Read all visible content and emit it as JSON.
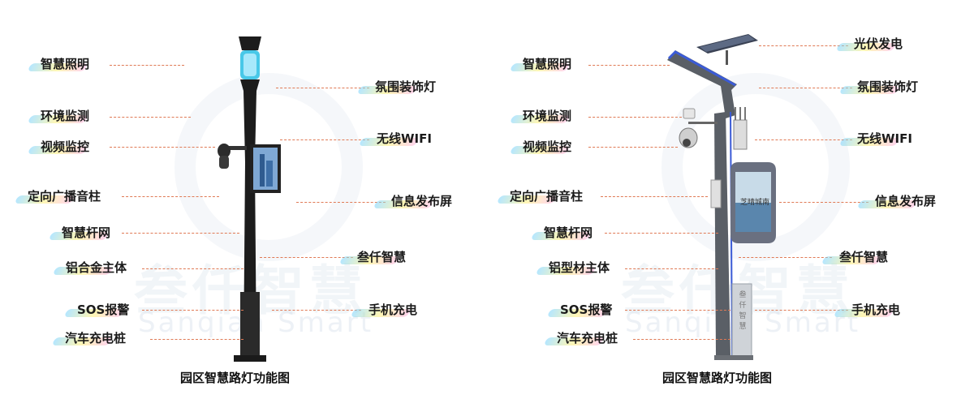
{
  "watermark": {
    "brand": "叁仟智慧",
    "brand_en": "Sanqian Smart"
  },
  "left": {
    "labels_left": [
      "智慧照明",
      "环境监测",
      "视频监控",
      "定向广播音柱",
      "智慧杆网",
      "铝合金主体",
      "SOS报警",
      "汽车充电桩"
    ],
    "labels_right": [
      "氛围装饰灯",
      "无线WIFI",
      "信息发布屏",
      "叁仟智慧",
      "手机充电"
    ],
    "caption": "园区智慧路灯功能图"
  },
  "right": {
    "labels_left": [
      "智慧照明",
      "环境监测",
      "视频监控",
      "定向广播音柱",
      "智慧杆网",
      "铝型材主体",
      "SOS报警",
      "汽车充电桩"
    ],
    "labels_right": [
      "光伏发电",
      "氛围装饰灯",
      "无线WIFI",
      "信息发布屏",
      "叁仟智慧",
      "手机充电"
    ],
    "caption": "园区智慧路灯功能图",
    "cabinet_text": "叁仟智慧"
  },
  "colors": {
    "leader": "#e07a55",
    "pole_dark": "#1c1c1c",
    "pole_grey": "#5a5f66",
    "accent_blue": "#3b5bd6"
  }
}
